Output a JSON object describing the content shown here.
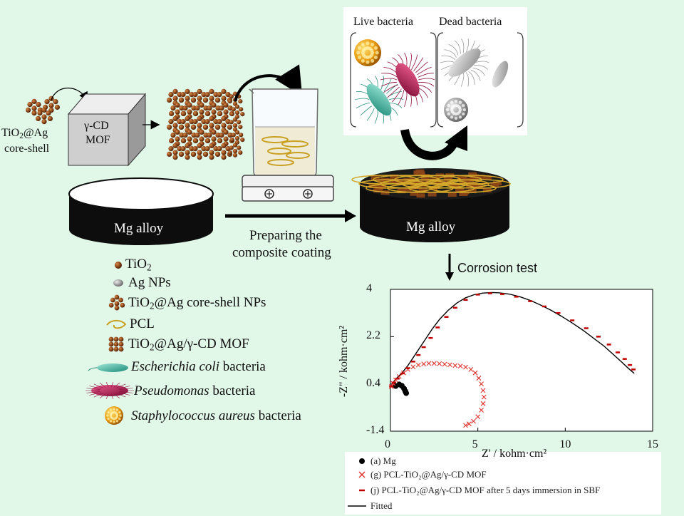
{
  "process": {
    "core_shell_line1": "TiO",
    "core_shell_sub": "2",
    "core_shell_line1_suffix": "@Ag",
    "core_shell_line2": "core-shell",
    "mof_line1": "γ-CD",
    "mof_line2": "MOF",
    "substrate_label": "Mg alloy",
    "coated_label": "Mg alloy",
    "step_line1": "Preparing the",
    "step_line2": "composite coating",
    "corrosion_label": "Corrosion test"
  },
  "bacteria_panel": {
    "live_label": "Live bacteria",
    "dead_label": "Dead bacteria"
  },
  "legend": [
    {
      "id": "tio2",
      "text_main": "TiO",
      "text_sub": "2",
      "text_suffix": "",
      "italic": "",
      "tail": ""
    },
    {
      "id": "ag",
      "text_main": "Ag NPs",
      "text_sub": "",
      "text_suffix": "",
      "italic": "",
      "tail": ""
    },
    {
      "id": "coreshell",
      "text_main": "TiO",
      "text_sub": "2",
      "text_suffix": "@Ag core-shell NPs",
      "italic": "",
      "tail": ""
    },
    {
      "id": "pcl",
      "text_main": "PCL",
      "text_sub": "",
      "text_suffix": "",
      "italic": "",
      "tail": ""
    },
    {
      "id": "mof",
      "text_main": "TiO",
      "text_sub": "2",
      "text_suffix": "@Ag/γ-CD MOF",
      "italic": "",
      "tail": ""
    },
    {
      "id": "ecoli",
      "text_main": "",
      "text_sub": "",
      "text_suffix": "",
      "italic": "Escherichia coli",
      "tail": " bacteria"
    },
    {
      "id": "pseudo",
      "text_main": "",
      "text_sub": "",
      "text_suffix": "",
      "italic": "Pseudomonas",
      "tail": " bacteria"
    },
    {
      "id": "staph",
      "text_main": "",
      "text_sub": "",
      "text_suffix": "",
      "italic": "Staphylococcus aureus",
      "tail": " bacteria"
    }
  ],
  "chart_data": {
    "type": "scatter",
    "xlabel": "Z' / kohm·cm²",
    "ylabel": "-Z\" / kohm·cm²",
    "xlim": [
      0,
      15
    ],
    "ylim": [
      -1.4,
      4
    ],
    "xticks": [
      0,
      5,
      10,
      15
    ],
    "yticks": [
      -1.4,
      0.4,
      2.2,
      4
    ],
    "series": [
      {
        "name": "(a) Mg",
        "marker": "dot",
        "color": "#000000",
        "x": [
          0.3,
          0.5,
          0.65,
          0.78,
          0.85,
          0.9
        ],
        "y": [
          0.32,
          0.38,
          0.33,
          0.22,
          0.12,
          0.05
        ]
      },
      {
        "name": "(g) PCL-TiO₂@Ag/γ-CD MOF",
        "marker": "x",
        "color": "#e0302a",
        "x": [
          0.05,
          0.15,
          0.3,
          0.5,
          0.75,
          1.0,
          1.3,
          1.6,
          1.9,
          2.2,
          2.5,
          2.8,
          3.1,
          3.4,
          3.7,
          4.0,
          4.3,
          4.6,
          4.85,
          5.05,
          5.2,
          5.3,
          5.35,
          5.3,
          5.2,
          5.0,
          4.75,
          4.5,
          4.3
        ],
        "y": [
          0.3,
          0.42,
          0.55,
          0.68,
          0.82,
          0.95,
          1.05,
          1.12,
          1.16,
          1.18,
          1.18,
          1.17,
          1.15,
          1.13,
          1.1,
          1.08,
          1.04,
          0.95,
          0.82,
          0.62,
          0.4,
          0.15,
          -0.1,
          -0.35,
          -0.6,
          -0.85,
          -1.02,
          -1.12,
          -1.18
        ]
      },
      {
        "name": "(j) PCL-TiO₂@Ag/γ-CD MOF after 5 days immersion in SBF",
        "marker": "dash",
        "color": "#c00000",
        "x": [
          0.05,
          0.2,
          0.4,
          0.7,
          1.0,
          1.3,
          1.6,
          1.9,
          2.3,
          2.7,
          3.2,
          3.7,
          4.3,
          5.0,
          5.7,
          6.4,
          7.2,
          8.0,
          8.8,
          9.6,
          10.4,
          11.2,
          11.9,
          12.5,
          13.0,
          13.4,
          13.7,
          13.9
        ],
        "y": [
          0.3,
          0.45,
          0.6,
          0.8,
          1.0,
          1.25,
          1.5,
          1.8,
          2.15,
          2.55,
          2.95,
          3.3,
          3.6,
          3.8,
          3.85,
          3.82,
          3.72,
          3.55,
          3.35,
          3.1,
          2.82,
          2.52,
          2.2,
          1.9,
          1.6,
          1.35,
          1.12,
          0.95
        ]
      },
      {
        "name": "Fitted",
        "marker": "line",
        "color": "#000000",
        "x": [
          0.0,
          0.2,
          0.4,
          0.7,
          1.0,
          1.3,
          1.6,
          2.0,
          2.4,
          2.8,
          3.3,
          3.8,
          4.3,
          4.8,
          5.3,
          5.8,
          6.2,
          6.8,
          7.4,
          8.0,
          8.6,
          9.2,
          9.8,
          10.4,
          11.0,
          11.6,
          12.2,
          12.7,
          13.2,
          13.6,
          13.95
        ],
        "y": [
          0.3,
          0.5,
          0.65,
          0.85,
          1.1,
          1.4,
          1.7,
          2.1,
          2.5,
          2.85,
          3.2,
          3.48,
          3.68,
          3.8,
          3.86,
          3.88,
          3.87,
          3.82,
          3.72,
          3.58,
          3.4,
          3.2,
          2.97,
          2.72,
          2.45,
          2.15,
          1.85,
          1.55,
          1.25,
          1.0,
          0.8
        ]
      }
    ]
  }
}
